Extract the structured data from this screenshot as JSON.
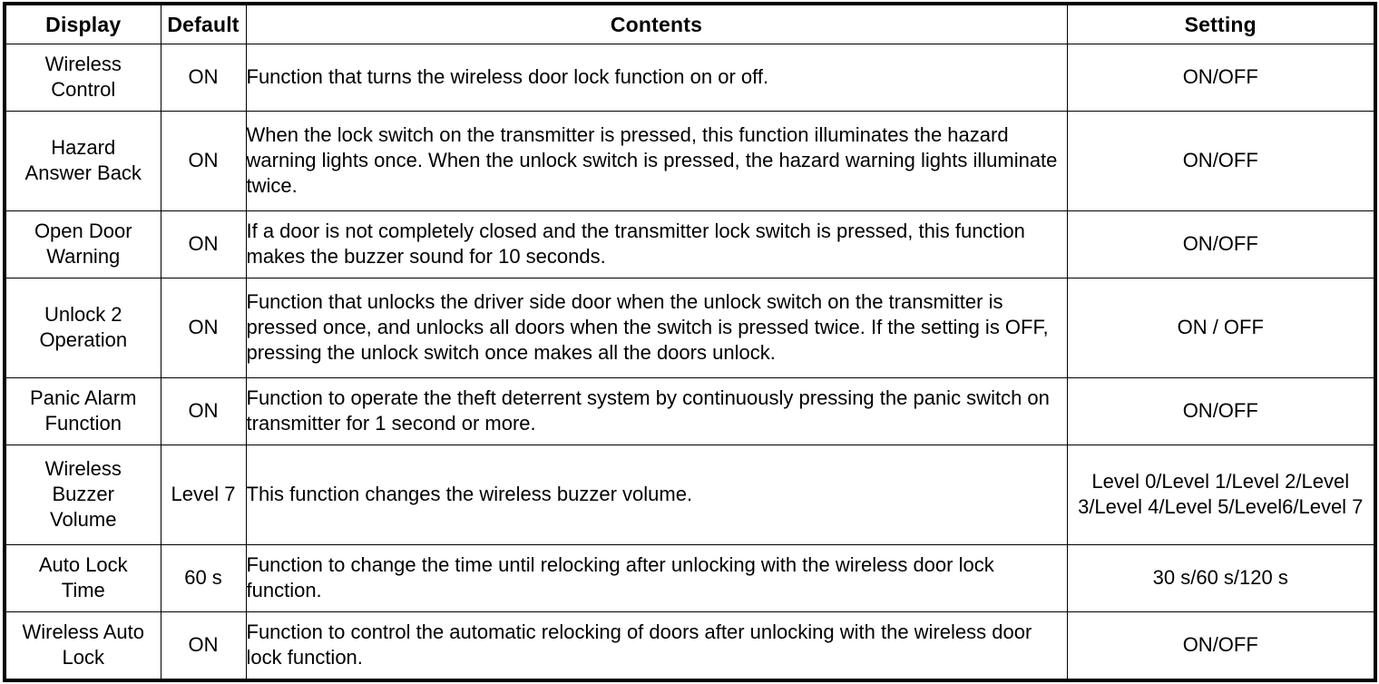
{
  "table": {
    "columns": [
      {
        "key": "display",
        "label": "Display"
      },
      {
        "key": "default",
        "label": "Default"
      },
      {
        "key": "contents",
        "label": "Contents"
      },
      {
        "key": "setting",
        "label": "Setting"
      }
    ],
    "rows": [
      {
        "display": "Wireless\nControl",
        "default": "ON",
        "contents": "Function that turns the wireless door lock function on or off.",
        "setting": "ON/OFF"
      },
      {
        "display": "Hazard\nAnswer Back",
        "default": "ON",
        "contents": "When the lock switch on the transmitter is pressed, this function illuminates the hazard warning lights once. When the unlock switch is pressed, the hazard warning lights illuminate twice.",
        "setting": "ON/OFF"
      },
      {
        "display": "Open Door\nWarning",
        "default": "ON",
        "contents": "If a door is not completely closed and the transmitter lock switch is pressed, this function makes the buzzer sound for 10 seconds.",
        "setting": "ON/OFF"
      },
      {
        "display": "Unlock 2\nOperation",
        "default": "ON",
        "contents": "Function that unlocks the driver side door when the unlock switch on the transmitter is pressed once, and unlocks all doors when the switch is pressed twice. If the setting is OFF, pressing the unlock switch once makes all the doors unlock.",
        "setting": "ON / OFF"
      },
      {
        "display": "Panic Alarm\nFunction",
        "default": "ON",
        "contents": "Function to operate the theft deterrent system by continuously pressing the panic switch on transmitter for 1 second or more.",
        "setting": "ON/OFF"
      },
      {
        "display": "Wireless\nBuzzer\nVolume",
        "default": "Level 7",
        "contents": "This function changes the wireless buzzer volume.",
        "setting": "Level 0/Level 1/Level 2/Level 3/Level 4/Level 5/Level6/Level 7"
      },
      {
        "display": "Auto Lock\nTime",
        "default": "60 s",
        "contents": "Function to change the time until relocking after unlocking with the wireless door lock function.",
        "setting": "30 s/60 s/120 s"
      },
      {
        "display": "Wireless Auto\nLock",
        "default": "ON",
        "contents": "Function to control the automatic relocking of doors after unlocking with the wireless door lock function.",
        "setting": "ON/OFF"
      }
    ]
  },
  "style": {
    "text_color": "#000000",
    "background_color": "#ffffff",
    "border_color": "#000000"
  }
}
